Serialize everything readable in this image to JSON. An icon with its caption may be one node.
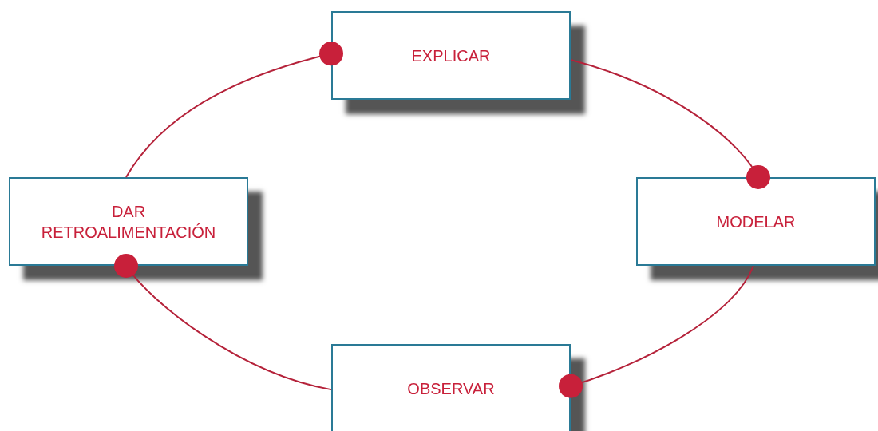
{
  "diagram": {
    "nodes": [
      {
        "text": [
          "EXPLICAR"
        ]
      },
      {
        "text": [
          "MODELAR"
        ]
      },
      {
        "text": [
          "OBSERVAR"
        ]
      },
      {
        "text": [
          "DAR RETROALIMENTACIÓN"
        ]
      }
    ],
    "edges": [
      {
        "from": 0,
        "to": 1,
        "arrow": "other"
      },
      {
        "from": 1,
        "to": 2,
        "arrow": "other"
      },
      {
        "from": 2,
        "to": 3,
        "arrow": "other"
      },
      {
        "from": 3,
        "to": 0,
        "arrow": "other"
      }
    ]
  }
}
